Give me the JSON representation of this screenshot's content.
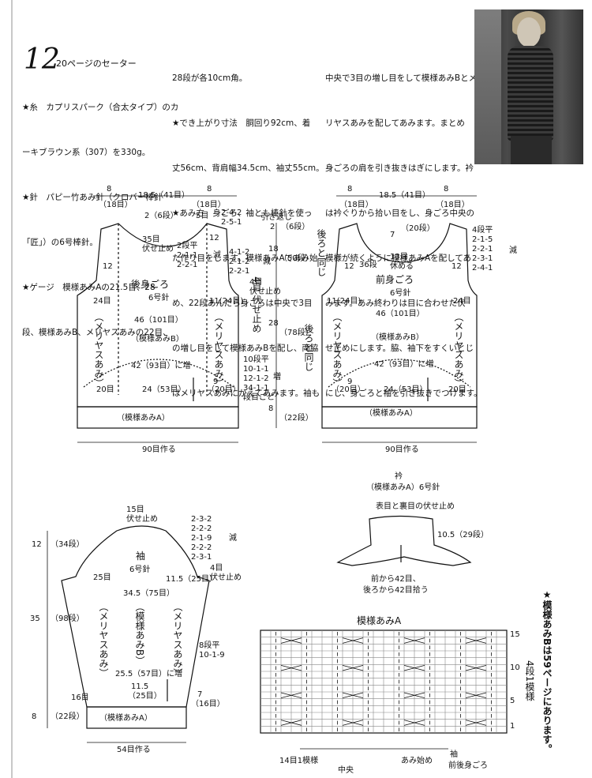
{
  "header": {
    "number": "12",
    "subtitle": "20ページのセーター"
  },
  "text_col1": [
    "★糸　カプリスパーク（合太タイプ）のカ",
    "ーキブラウン系（307）を330g。",
    "★針　パピー竹あみ針（クロバー棒針",
    "「匠」）の6号棒針。",
    "★ゲージ　模様あみAの21.5目、28",
    "段、模様あみB、メリヤスあみの22目、"
  ],
  "text_col2": [
    "28段が各10cm角。",
    "★でき上がり寸法　胴回り92cm、着",
    "丈56cm、背肩幅34.5cm、袖丈55cm。",
    "★あみ方　身ごろ、袖とも棒針を使っ",
    "た作り目をします。模様あみAであみ始",
    "め、22段あんだら身ごろは中央で3目",
    "の増し目をして模様あみBを配し、両脇",
    "はメリヤスあみにかえてあみます。袖も"
  ],
  "text_col3": [
    "中央で3目の増し目をして模様あみBとメ",
    "リヤスあみを配してあみます。まとめ",
    "身ごろの肩を引き抜きはぎにします。衿",
    "は衿ぐりから拾い目をし、身ごろ中央の",
    "模様が続くように模様あみAを配してあ",
    "みます。あみ終わりは目に合わせた伏",
    "せ止めにします。脇、袖下をすくいとじ",
    "にし、身ごろと袖を引き抜きでつけます。"
  ],
  "back": {
    "dims_top": [
      "8",
      "18.5（41目）",
      "8"
    ],
    "dims_top_sub": [
      "（18目）",
      "（18目）"
    ],
    "neck_rows": "2（6段）",
    "shoulder_st": "5目",
    "shoulder_rule": [
      "2-4-2",
      "2-5-1"
    ],
    "shoulder_note": "引き返し",
    "neck_bind": "35目\n伏せ止め",
    "neck_dec": [
      "2段平",
      "2-1-1",
      "2-2-1"
    ],
    "dec_label": "減",
    "armhole_dec": [
      "4-1-2",
      "2-1-2",
      "2-2-1"
    ],
    "armhole_dec_label": "減",
    "armhole_bind": "4目\n伏せ止め",
    "title": "後身ごろ",
    "needle": "6号針",
    "twelve": "12",
    "twelve_r": "12",
    "st24": "24目",
    "st1124": "11(24目)",
    "width46": "46（101目）",
    "patB": "（模様あみB）",
    "meriyasu": "（メリヤスあみ）",
    "inc42": "42（93目）に増",
    "st20": "20目",
    "w24": "24（53目）",
    "st9": "9",
    "st20b": "（20目）",
    "side_inc": [
      "10段平",
      "10-1-1",
      "12-1-2",
      "34-1-1",
      "段目ごと"
    ],
    "inc_label": "増",
    "patA": "（模様あみA）",
    "cast": "90目作る",
    "h_right": [
      "2",
      "（6段）",
      "18",
      "（50段）",
      "28",
      "（78段）",
      "8",
      "（22段）"
    ]
  },
  "front": {
    "dims_top": [
      "8",
      "18.5（41目）",
      "8"
    ],
    "dims_top_sub": [
      "（18目）",
      "（18目）"
    ],
    "neck_rows": "7",
    "neck_rows_sub": "（20段）",
    "center": "13目\n休める",
    "st36": "36段",
    "title": "前身ごろ",
    "needle": "6号針",
    "left_note": "後ろと同じ",
    "left_note2": "後ろと同じ",
    "neck_dec": [
      "4段平",
      "2-1-5",
      "2-2-1",
      "2-3-1",
      "2-4-1"
    ],
    "dec_label": "減",
    "st12": "12",
    "st12r": "12",
    "st1124": "11(24目)",
    "st24": "24目",
    "width46": "46（101目）",
    "patB": "（模様あみB）",
    "meriyasu": "（メリヤスあみ）",
    "inc42": "42（93目）に増",
    "st20": "（20目）",
    "st9": "9",
    "w24": "24（53目）",
    "st20b": "20目",
    "patA": "（模様あみA）",
    "cast": "90目作る"
  },
  "collar": {
    "title": "衿",
    "sub": "（模様あみA）6号針",
    "top": "表目と裏目の伏せ止め",
    "height": "10.5（29段）",
    "pickup": [
      "前から42目、",
      "後ろから42目拾う"
    ]
  },
  "sleeve": {
    "top_bind": "15目\n伏せ止め",
    "cap_dec": [
      "2-3-2",
      "2-2-2",
      "2-1-9",
      "2-2-2",
      "2-3-1"
    ],
    "dec_label": "減",
    "title": "袖",
    "needle": "6号針",
    "st25": "25目",
    "st1125": "11.5（25目）",
    "bind4": "4目\n伏せ止め",
    "width345": "34.5（75目）",
    "meriyasu": "（メリヤスあみ）",
    "patB": "（模様あみB）",
    "side_inc": [
      "8段平",
      "10-1-9"
    ],
    "inc_label": "増",
    "inc255": "25.5（57目）に増",
    "w115": "11.5",
    "w115sub": "（25目）",
    "st16": "16目",
    "st7": "7",
    "st16b": "（16目）",
    "patA": "（模様あみA）",
    "cast": "54目作る",
    "h_left": [
      "12",
      "（34段）",
      "35",
      "（98段）",
      "8",
      "（22段）"
    ]
  },
  "chart": {
    "title": "模様あみA",
    "rows_label": [
      "15",
      "10",
      "5",
      "1"
    ],
    "repeat_rows": "4段1模様",
    "repeat_st": "14目1模様",
    "center": "中央",
    "start": "あみ始め",
    "legend_a": "袖",
    "legend_b": "前後身ごろ"
  },
  "side_note": "★模様あみBは59ページにあります。"
}
